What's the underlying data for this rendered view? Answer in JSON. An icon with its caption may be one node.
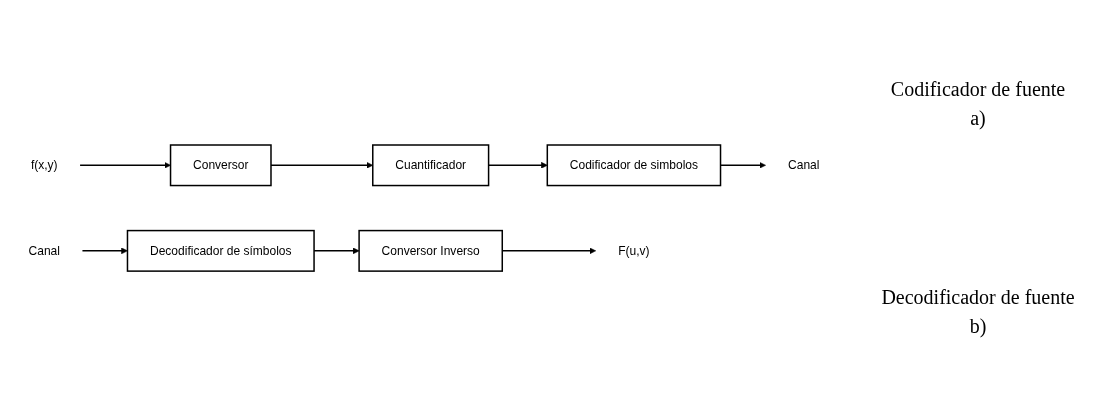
{
  "diagram": {
    "nodes": [
      {
        "text": [
          "f(x,y)"
        ]
      },
      {
        "text": [
          "Conversor"
        ]
      },
      {
        "text": [
          "Cuantificador"
        ]
      },
      {
        "text": [
          "Codificador de simbolos"
        ]
      },
      {
        "text": [
          "Canal"
        ]
      },
      {
        "text": [
          "Canal"
        ]
      },
      {
        "text": [
          "Decodificador de símbolos"
        ]
      },
      {
        "text": [
          "Conversor Inverso"
        ]
      },
      {
        "text": [
          "F(u,v)"
        ]
      }
    ],
    "edges": [
      {
        "from": 0,
        "to": 1,
        "arrow": "to"
      },
      {
        "from": 1,
        "to": 2,
        "arrow": "to"
      },
      {
        "from": 2,
        "to": 3,
        "arrow": "to"
      },
      {
        "from": 3,
        "to": 4,
        "arrow": "to"
      },
      {
        "from": 5,
        "to": 6,
        "arrow": "to"
      },
      {
        "from": 6,
        "to": 7,
        "arrow": "to"
      },
      {
        "from": 7,
        "to": 8,
        "arrow": "to"
      }
    ],
    "labels": [
      "Codificador de fuente",
      "a)",
      "Decodificador de fuente",
      "b)"
    ]
  }
}
